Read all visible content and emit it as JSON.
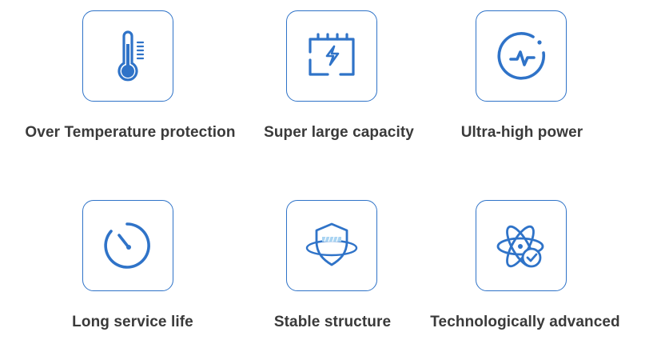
{
  "colors": {
    "accent": "#2f73c8",
    "accent_light": "#a9d4f2",
    "text": "#3a3a3a",
    "background": "#ffffff"
  },
  "features": [
    {
      "label": "Over Temperature protection",
      "icon": "thermometer-icon"
    },
    {
      "label": "Super large capacity",
      "icon": "battery-bolt-icon"
    },
    {
      "label": "Ultra-high power",
      "icon": "pulse-circle-icon"
    },
    {
      "label": "Long service life",
      "icon": "timer-icon"
    },
    {
      "label": "Stable structure",
      "icon": "shield-orbit-icon"
    },
    {
      "label": "Technologically advanced",
      "icon": "atom-check-icon"
    }
  ]
}
